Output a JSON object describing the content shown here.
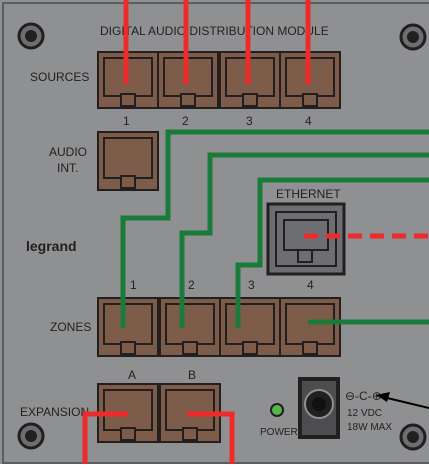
{
  "module": {
    "title": "DIGITAL AUDIO DISTRIBUTION MODULE",
    "brand": "legrand"
  },
  "sections": {
    "sources": "SOURCES",
    "audio_int_line1": "AUDIO",
    "audio_int_line2": "INT.",
    "ethernet": "ETHERNET",
    "zones": "ZONES",
    "expansion": "EXPANSION"
  },
  "source_ports": [
    "1",
    "2",
    "3",
    "4"
  ],
  "zone_ports": [
    "1",
    "2",
    "3",
    "4"
  ],
  "expansion_ports": [
    "A",
    "B"
  ],
  "power": {
    "label": "POWER",
    "rating_line1": "12 VDC",
    "rating_line2": "18W MAX",
    "polarity_symbol": "⊖-C-⊕"
  },
  "colors": {
    "panel": "#8f9091",
    "panel_border": "#5c5d5f",
    "port_fill": "#7d5d4a",
    "port_border": "#231f20",
    "source_cable": "#ee2b2b",
    "zone_cable": "#1a7a3a",
    "ethernet_fill": "#6d6e71",
    "led": "#57b64a"
  }
}
